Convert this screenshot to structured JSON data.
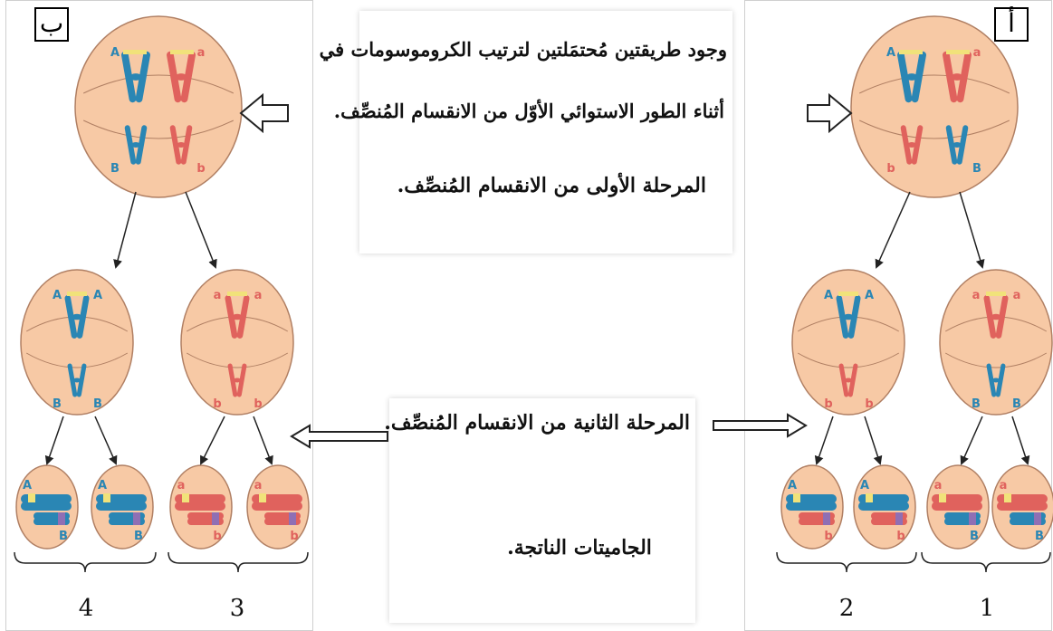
{
  "labels": {
    "panel_left": "ب",
    "panel_right": "أ"
  },
  "text": {
    "line1": "وجود طريقتين مُحتمَلتين لترتيب  الكروموسومات في",
    "line2": "أثناء الطور الاستوائي الأوّل من الانقسام المُنصِّف.",
    "line3": "المرحلة الأولى من الانقسام المُنصِّف.",
    "line4": "المرحلة الثانية من الانقسام المُنصِّف.",
    "line5": "الجاميتات الناتجة."
  },
  "group_numbers": [
    "4",
    "3",
    "2",
    "1"
  ],
  "alleles": {
    "big_a": "A",
    "small_a": "a",
    "big_b": "B",
    "small_b": "b"
  },
  "colors": {
    "cell_fill": "#f7c9a5",
    "cell_stroke": "#b07f63",
    "blue_chromosome": "#2a86b4",
    "red_chromosome": "#e0625d",
    "band_yellow": "#f1e27a",
    "band_purple": "#8f6fb4"
  }
}
